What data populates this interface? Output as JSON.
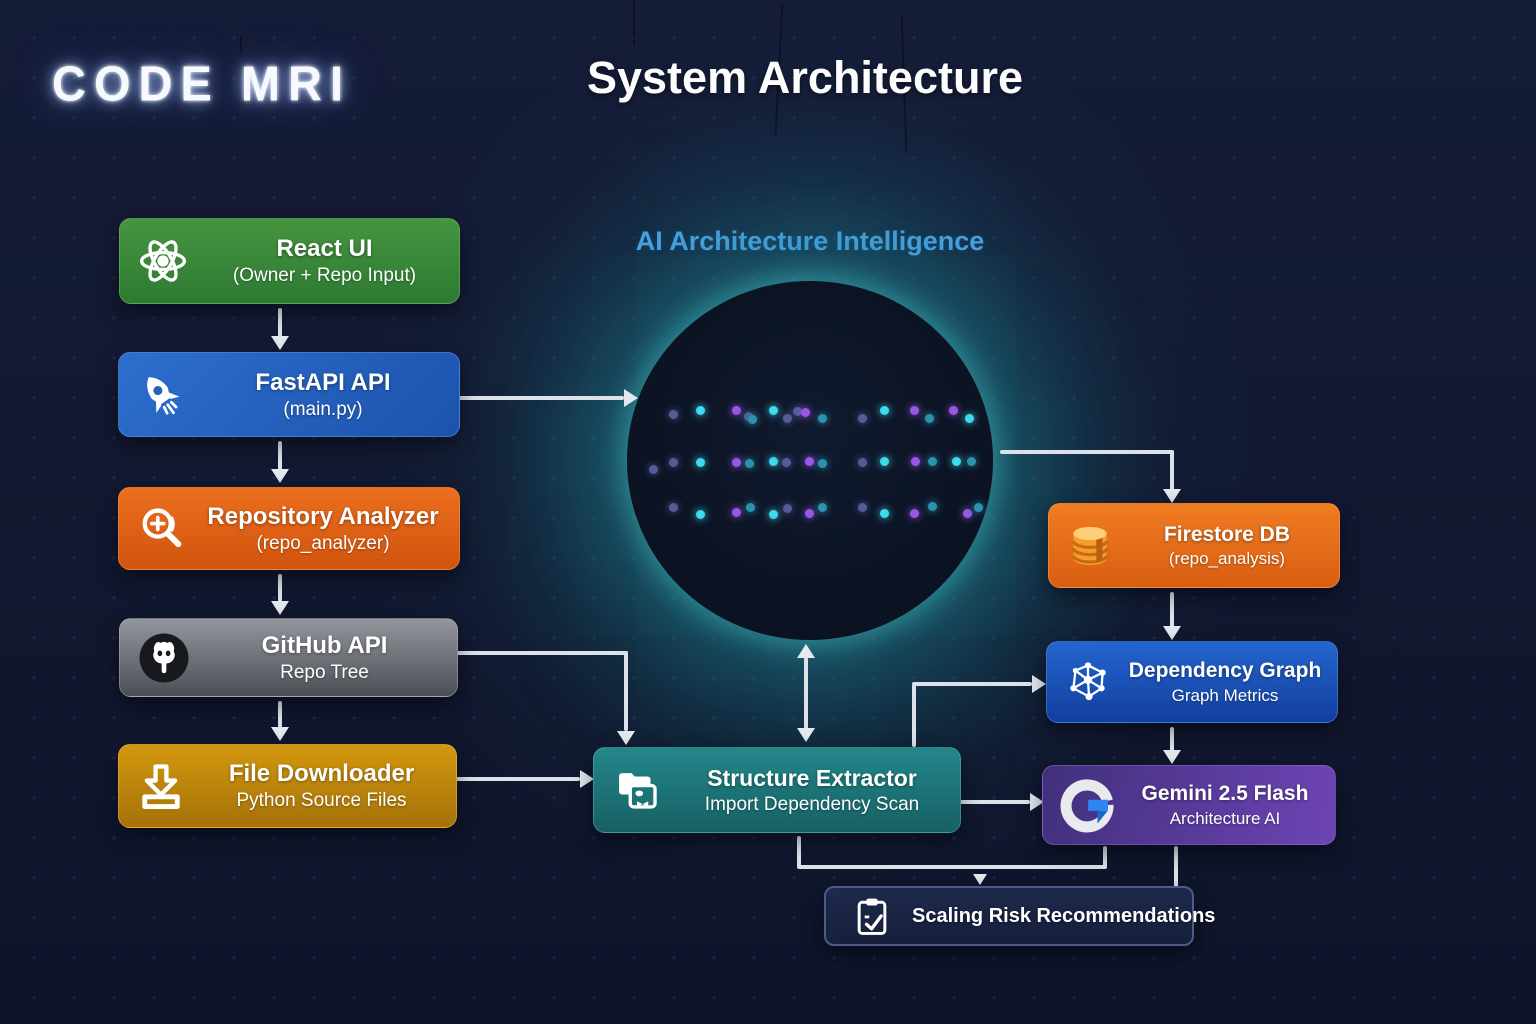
{
  "logo": {
    "text": "CODE MRI"
  },
  "header": {
    "title": "System Architecture"
  },
  "center": {
    "label": "AI Architecture Intelligence",
    "label_color": "#4da3e8"
  },
  "nodes": {
    "react_ui": {
      "title": "React UI",
      "subtitle": "(Owner + Repo Input)",
      "icon": "atom-icon",
      "color": "#3a8a39"
    },
    "fastapi": {
      "title": "FastAPI API",
      "subtitle": "(main.py)",
      "icon": "rocket-icon",
      "color": "#2463c4"
    },
    "repo_analyzer": {
      "title": "Repository Analyzer",
      "subtitle": "(repo_analyzer)",
      "icon": "search-plus-icon",
      "color": "#e2611a"
    },
    "github_api": {
      "title": "GitHub API",
      "subtitle": "Repo Tree",
      "icon": "github-octocat-icon",
      "color": "#6e7177"
    },
    "file_downloader": {
      "title": "File Downloader",
      "subtitle": "Python Source Files",
      "icon": "download-tray-icon",
      "color": "#c0860c"
    },
    "firestore": {
      "title": "Firestore DB",
      "subtitle": "(repo_analysis)",
      "icon": "database-icon",
      "color": "#e56f1b"
    },
    "dependency_graph": {
      "title": "Dependency Graph",
      "subtitle": "Graph Metrics",
      "icon": "graph-network-icon",
      "color": "#1b52b6"
    },
    "gemini": {
      "title": "Gemini 2.5 Flash",
      "subtitle": "Architecture AI",
      "icon": "google-g-icon",
      "color": "#5c3a9e"
    },
    "structure_extractor": {
      "title": "Structure Extractor",
      "subtitle": "Import Dependency Scan",
      "icon": "folder-scan-icon",
      "color": "#1d7478"
    },
    "scaling_risk": {
      "title": "Scaling Risk Recommendations",
      "icon": "clipboard-check-icon",
      "color": "#1d2847"
    }
  },
  "sphere": {
    "dot_colors": {
      "c": "#3edbee",
      "p": "#9a57e6",
      "t": "#2b93ad",
      "d": "#555a99"
    },
    "dots": [
      [
        673,
        414,
        "d"
      ],
      [
        700,
        410,
        "c"
      ],
      [
        736,
        410,
        "p"
      ],
      [
        748,
        416,
        "d"
      ],
      [
        752,
        419,
        "t"
      ],
      [
        773,
        410,
        "c"
      ],
      [
        787,
        418,
        "d"
      ],
      [
        797,
        411,
        "d"
      ],
      [
        805,
        412,
        "p"
      ],
      [
        822,
        418,
        "t"
      ],
      [
        862,
        418,
        "d"
      ],
      [
        884,
        410,
        "c"
      ],
      [
        914,
        410,
        "p"
      ],
      [
        929,
        418,
        "t"
      ],
      [
        953,
        410,
        "p"
      ],
      [
        969,
        418,
        "c"
      ],
      [
        653,
        469,
        "d"
      ],
      [
        673,
        462,
        "d"
      ],
      [
        700,
        462,
        "c"
      ],
      [
        736,
        462,
        "p"
      ],
      [
        749,
        463,
        "t"
      ],
      [
        773,
        461,
        "c"
      ],
      [
        786,
        462,
        "d"
      ],
      [
        809,
        461,
        "p"
      ],
      [
        822,
        463,
        "t"
      ],
      [
        862,
        462,
        "d"
      ],
      [
        884,
        461,
        "c"
      ],
      [
        915,
        461,
        "p"
      ],
      [
        932,
        461,
        "t"
      ],
      [
        956,
        461,
        "c"
      ],
      [
        971,
        461,
        "t"
      ],
      [
        673,
        507,
        "d"
      ],
      [
        700,
        514,
        "c"
      ],
      [
        736,
        512,
        "p"
      ],
      [
        750,
        507,
        "t"
      ],
      [
        773,
        514,
        "c"
      ],
      [
        787,
        508,
        "d"
      ],
      [
        809,
        513,
        "p"
      ],
      [
        822,
        507,
        "t"
      ],
      [
        862,
        507,
        "d"
      ],
      [
        884,
        513,
        "c"
      ],
      [
        914,
        513,
        "p"
      ],
      [
        932,
        506,
        "t"
      ],
      [
        967,
        513,
        "p"
      ],
      [
        978,
        507,
        "t"
      ]
    ]
  }
}
